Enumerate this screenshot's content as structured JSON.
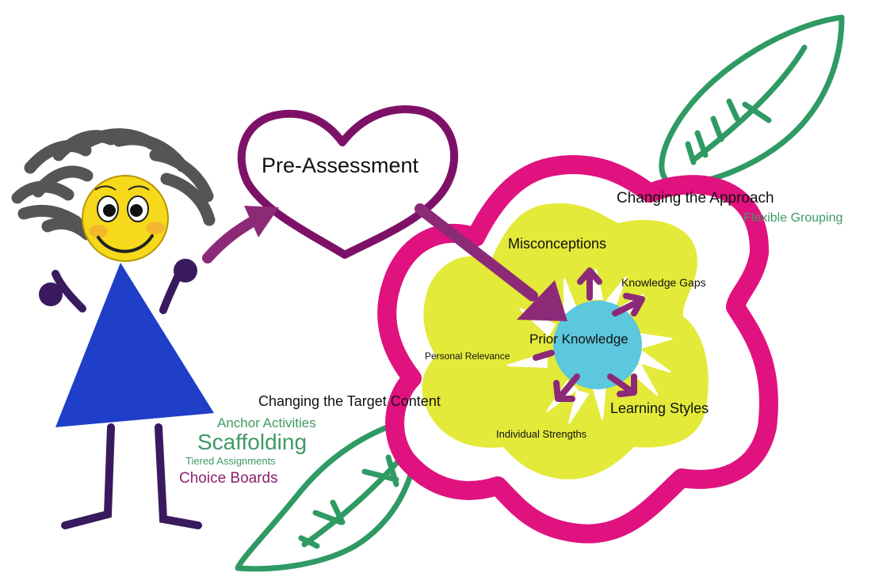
{
  "labels": {
    "pre_assessment": "Pre-Assessment",
    "changing_approach": "Changing the Approach",
    "flexible_grouping": "Flexible Grouping",
    "misconceptions": "Misconceptions",
    "knowledge_gaps": "Knowledge Gaps",
    "prior_knowledge": "Prior Knowledge",
    "personal_relevance": "Personal Relevance",
    "learning_styles": "Learning Styles",
    "individual_strengths": "Individual Strengths",
    "changing_target": "Changing the Target Content",
    "anchor_activities": "Anchor Activities",
    "scaffolding": "Scaffolding",
    "tiered_assignments": "Tiered Assignments",
    "choice_boards": "Choice Boards"
  },
  "colors": {
    "heart": "#7d1167",
    "flower_outer": "#e0127f",
    "flower_inner": "#e3ea3a",
    "center": "#5cc7dd",
    "leaf": "#2f9a63",
    "arrow": "#8d2a78",
    "dress": "#1f3fc9",
    "limbs": "#3a1a5e",
    "hair": "#555555",
    "face": "#f5d91a",
    "text_green": "#3f9a66",
    "text_purple": "#8f1f73"
  },
  "icons": {
    "figure": "stick-figure-girl-icon",
    "heart": "heart-icon",
    "flower": "flower-icon",
    "leaf": "leaf-icon"
  }
}
